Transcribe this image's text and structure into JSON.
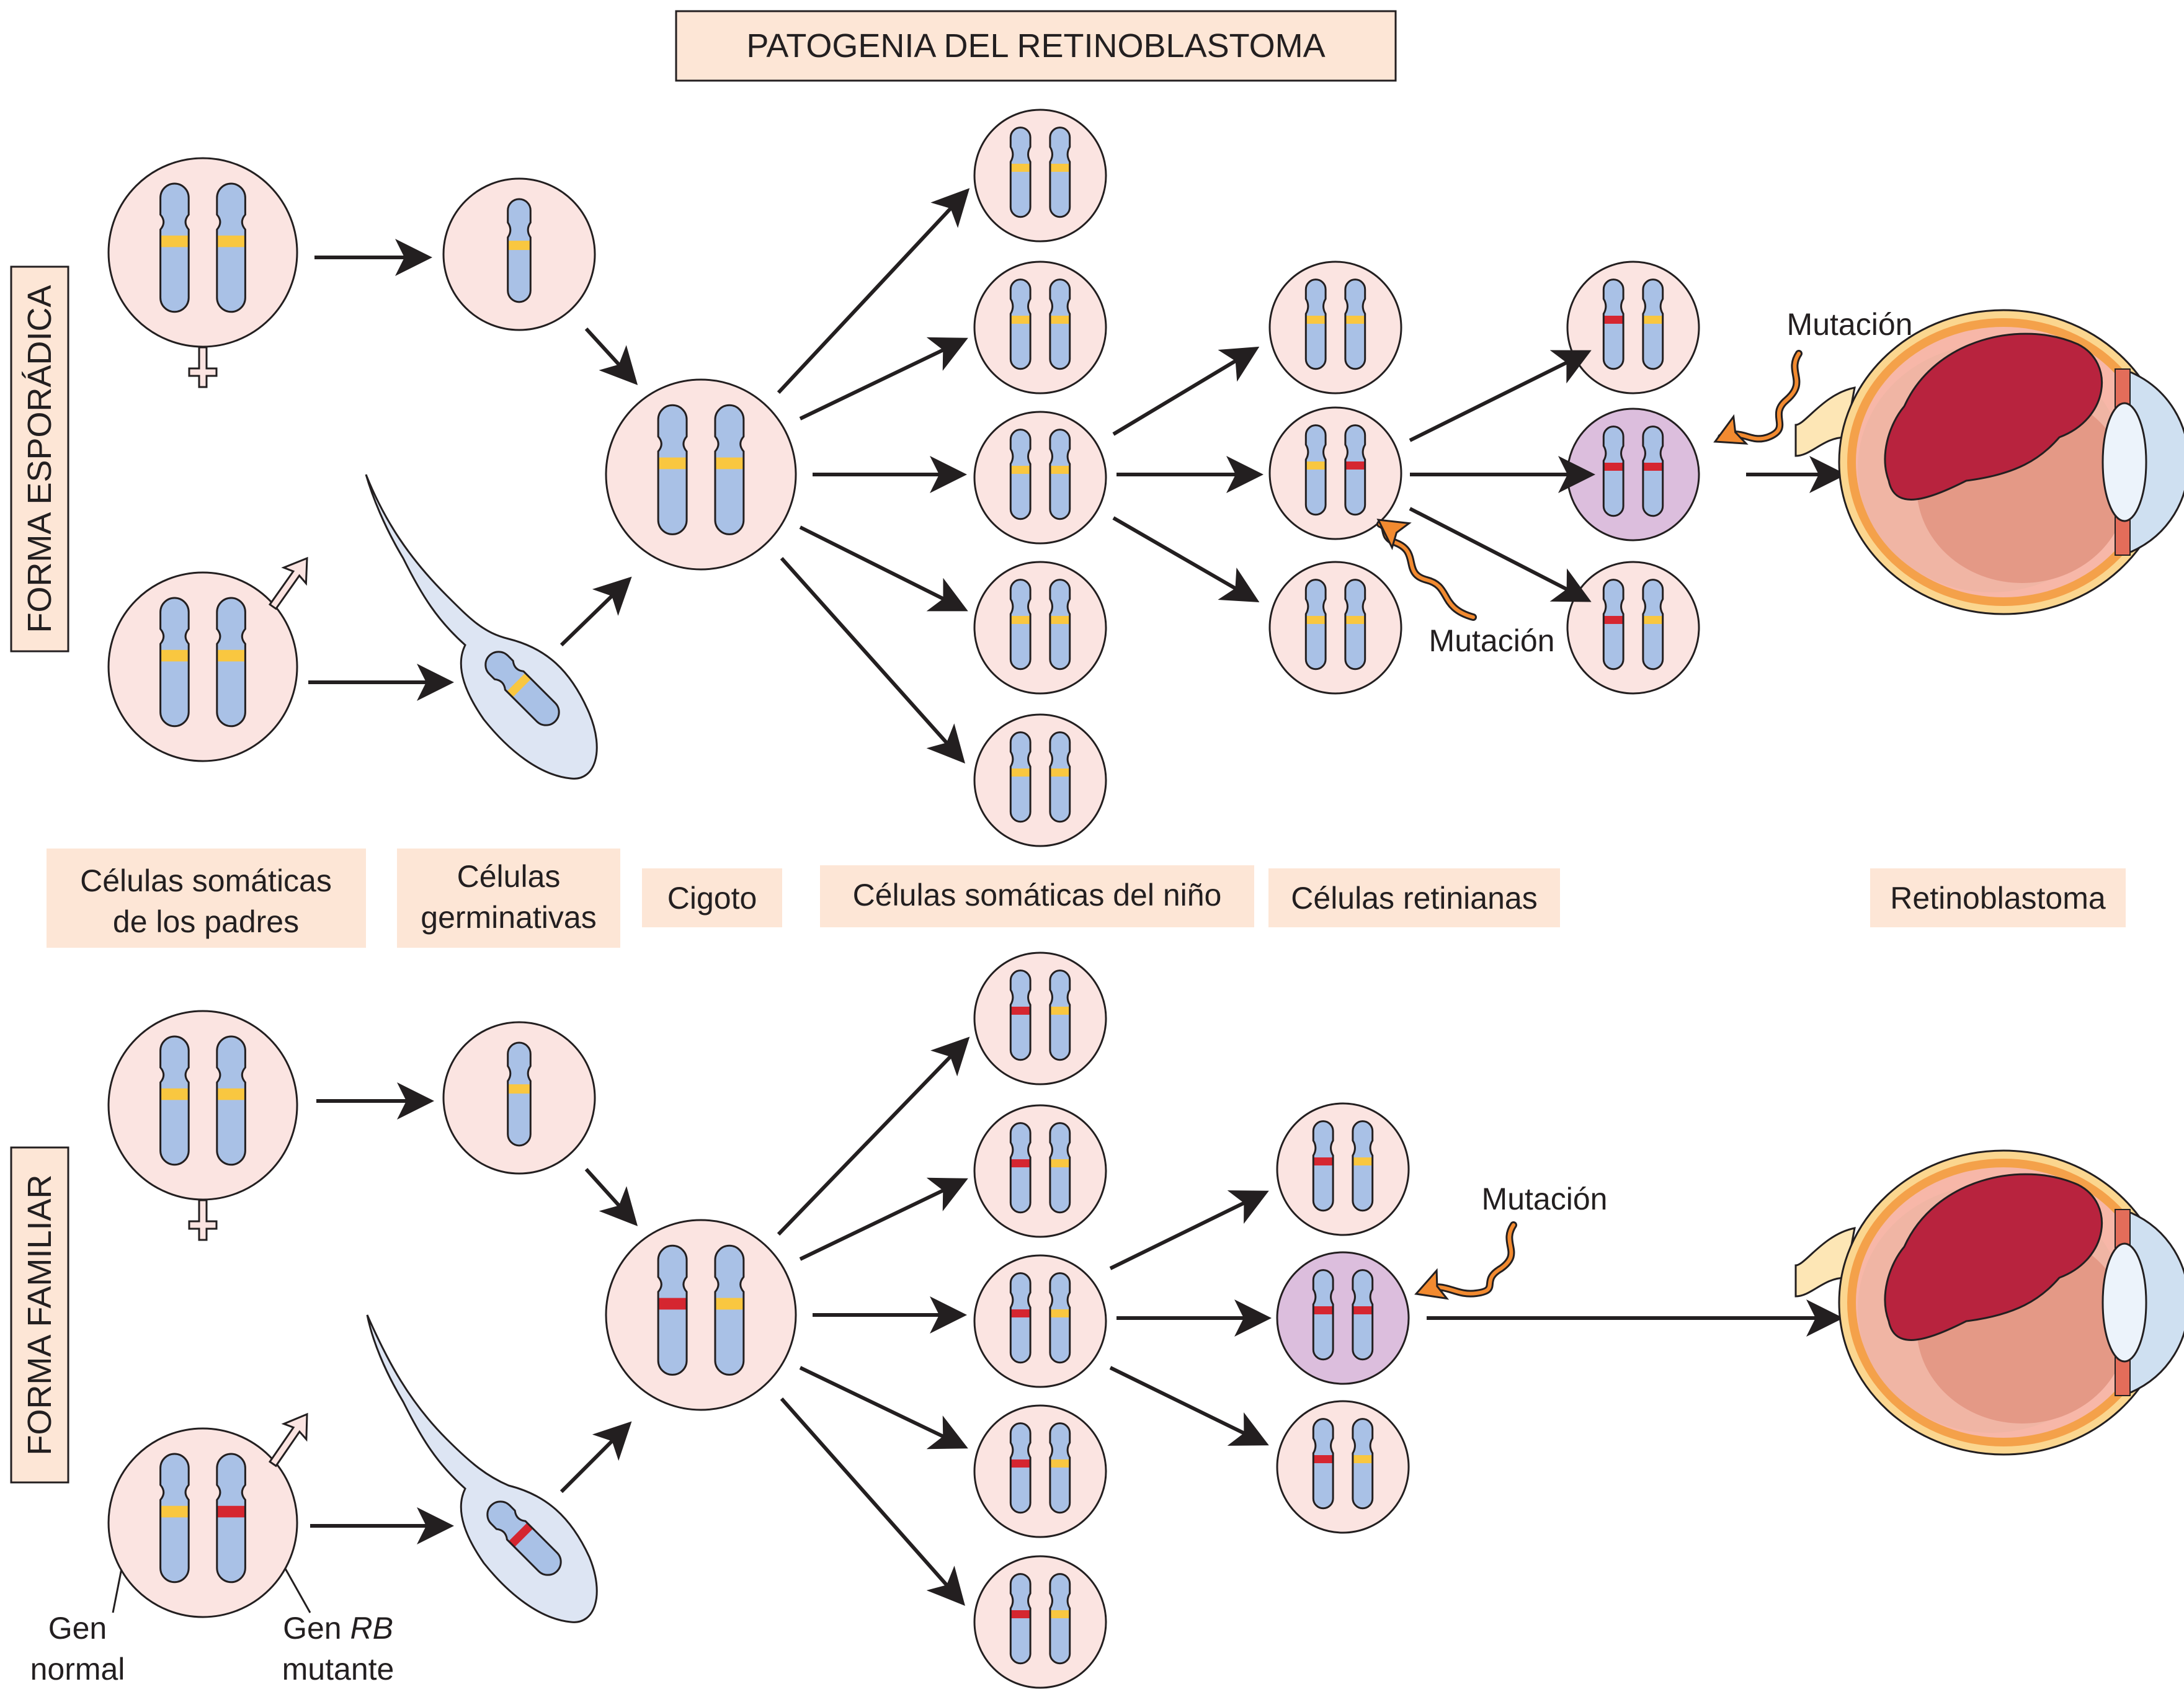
{
  "title": "PATOGENIA DEL RETINOBLASTOMA",
  "forms": {
    "sporadic": "FORMA ESPORÁDICA",
    "familial": "FORMA FAMILIAR"
  },
  "stages": {
    "parents_line1": "Células somáticas",
    "parents_line2": "de los padres",
    "germ_line1": "Células",
    "germ_line2": "germinativas",
    "zygote": "Cigoto",
    "child": "Células somáticas del niño",
    "retina": "Células retinianas",
    "tumor": "Retinoblastoma"
  },
  "mutation_label": "Mutación",
  "genes": {
    "normal_line1": "Gen",
    "normal_line2": "normal",
    "rb_prefix": "Gen ",
    "rb_italic": "RB",
    "rb_line2": "mutante"
  },
  "colors": {
    "cell": "#fbe4e1",
    "tumor_cell": "#dcbedd",
    "chromosome": "#a9c1e6",
    "normal_gene": "#f9c740",
    "mutant_gene": "#d52630",
    "mutation_arrow": "#f28a30",
    "tumor": "#b8233e",
    "label_box": "#fde6d6"
  }
}
